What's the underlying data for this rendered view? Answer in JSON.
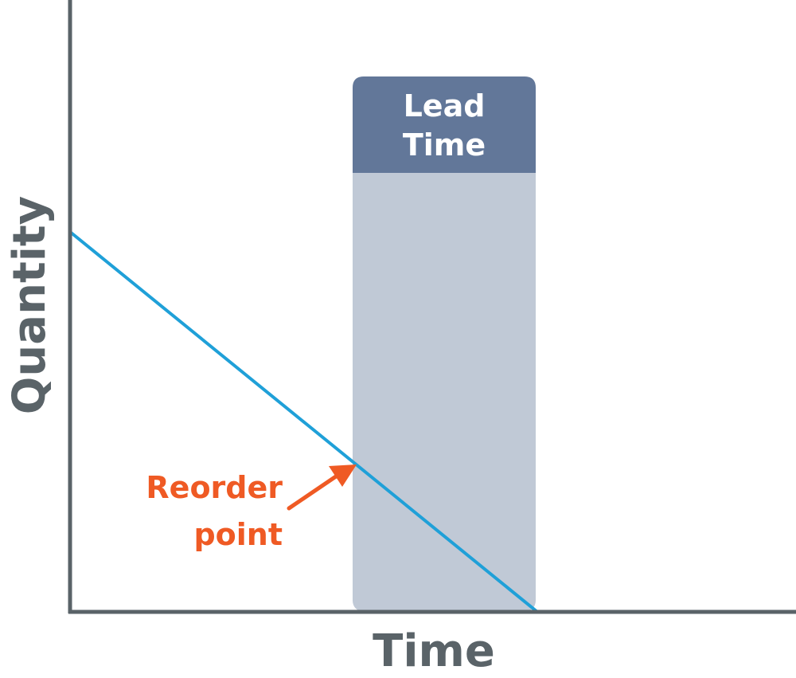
{
  "labels": {
    "lead_time_line1": "Lead",
    "lead_time_line2": "Time",
    "reorder_line1": "Reorder",
    "reorder_line2": "point",
    "x_axis": "Time",
    "y_axis": "Quantity"
  },
  "colors": {
    "axis": "#5a6368",
    "inventory_line": "#1fa0d8",
    "lead_header": "#627799",
    "lead_body": "#c0c9d6",
    "lead_text": "#ffffff",
    "reorder": "#ef5a24"
  }
}
